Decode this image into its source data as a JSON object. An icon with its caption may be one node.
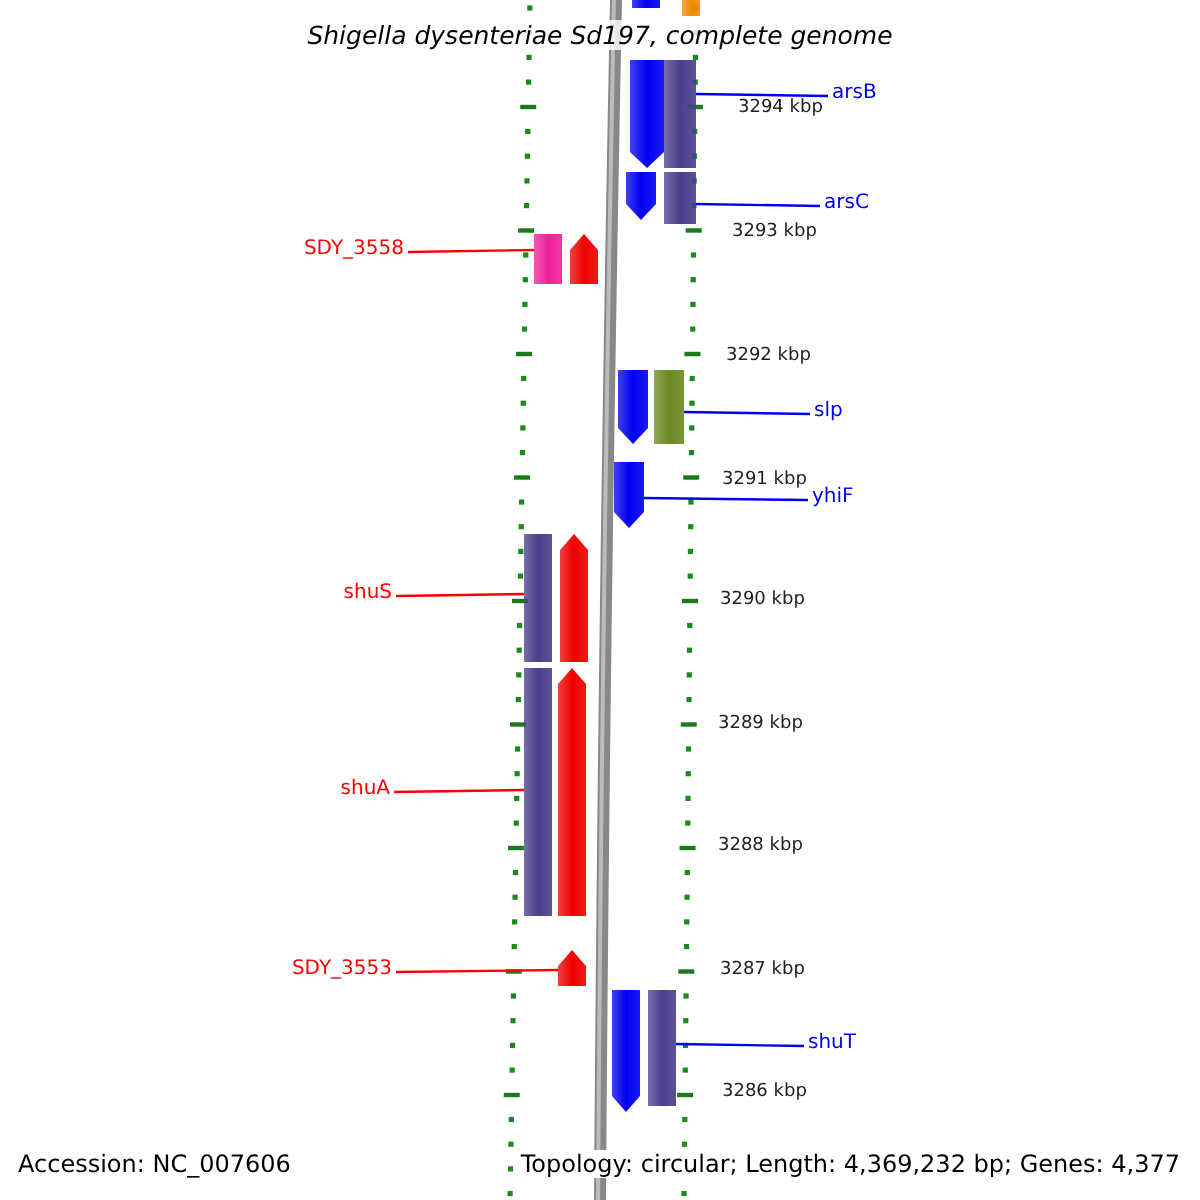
{
  "diagram": {
    "title": "Shigella dysenteriae Sd197, complete genome",
    "nodes": [
      {
        "text": [
          "arsB"
        ]
      },
      {
        "text": [],
        "shape": "bar"
      },
      {
        "text": [
          "arsC"
        ]
      },
      {
        "text": [],
        "shape": "bar"
      },
      {
        "text": [
          "SDY_3558"
        ]
      },
      {
        "text": [],
        "shape": "bar"
      },
      {
        "text": [
          "slp"
        ]
      },
      {
        "text": [],
        "shape": "bar"
      },
      {
        "text": [
          "yhiF"
        ]
      },
      {
        "text": [],
        "shape": "pentagon"
      },
      {
        "text": [
          "shuS"
        ]
      },
      {
        "text": [],
        "shape": "bar"
      },
      {
        "text": [
          "shuA"
        ]
      },
      {
        "text": [],
        "shape": "bar"
      },
      {
        "text": [
          "SDY_3553"
        ]
      },
      {
        "text": [],
        "shape": "pentagon"
      },
      {
        "text": [
          "shuT"
        ]
      },
      {
        "text": [],
        "shape": "bar"
      },
      {
        "text": [],
        "shape": "bar"
      },
      {
        "text": [],
        "shape": "bar"
      },
      {
        "text": [],
        "shape": "pentagon"
      },
      {
        "text": [],
        "shape": "pentagon"
      },
      {
        "text": [],
        "shape": "pentagon"
      },
      {
        "text": [],
        "shape": "pentagon"
      },
      {
        "text": [],
        "shape": "pentagon"
      },
      {
        "text": [],
        "shape": "pentagon"
      },
      {
        "text": [],
        "shape": "pentagon"
      }
    ],
    "edges": [
      {
        "from": 0,
        "to": 1,
        "arrow": "none"
      },
      {
        "from": 2,
        "to": 3,
        "arrow": "none"
      },
      {
        "from": 4,
        "to": 5,
        "arrow": "none",
        "color": "#ff0000"
      },
      {
        "from": 6,
        "to": 7,
        "arrow": "none"
      },
      {
        "from": 8,
        "to": 9,
        "arrow": "none"
      },
      {
        "from": 10,
        "to": 11,
        "arrow": "none",
        "color": "#ff0000"
      },
      {
        "from": 12,
        "to": 13,
        "arrow": "none",
        "color": "#ff0000"
      },
      {
        "from": 14,
        "to": 15,
        "arrow": "none",
        "color": "#ff0000"
      },
      {
        "from": 16,
        "to": 17,
        "arrow": "none"
      }
    ],
    "labels": [
      "3294 kbp",
      "3293 kbp",
      "3292 kbp",
      "3291 kbp",
      "3290 kbp",
      "3289 kbp",
      "3288 kbp",
      "3287 kbp",
      "3286 kbp",
      "Accession: NC_007606",
      "Topology: circular; Length: 4,369,232 bp; Genes: 4,377"
    ]
  }
}
